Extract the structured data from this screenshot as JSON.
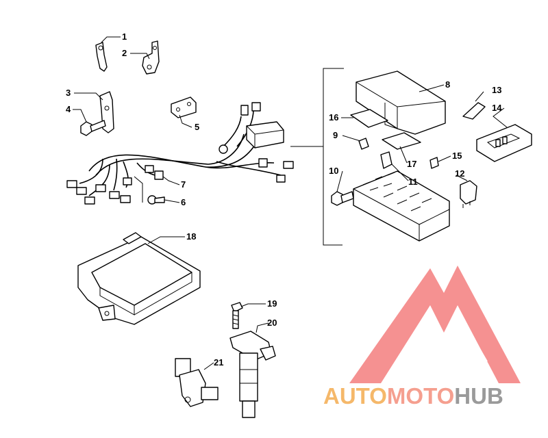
{
  "callouts": [
    "1",
    "2",
    "3",
    "4",
    "5",
    "6",
    "7",
    "8",
    "9",
    "10",
    "11",
    "12",
    "13",
    "14",
    "15",
    "16",
    "17",
    "18",
    "19",
    "20",
    "21"
  ],
  "watermark": {
    "part1": "AUTO",
    "part2": "MOTO",
    "part3": "HUB",
    "color_part1": "#f5b86a",
    "color_part2": "#f59f8f",
    "color_part3": "#9a9a9a",
    "logo_color": "#f47e7e"
  }
}
